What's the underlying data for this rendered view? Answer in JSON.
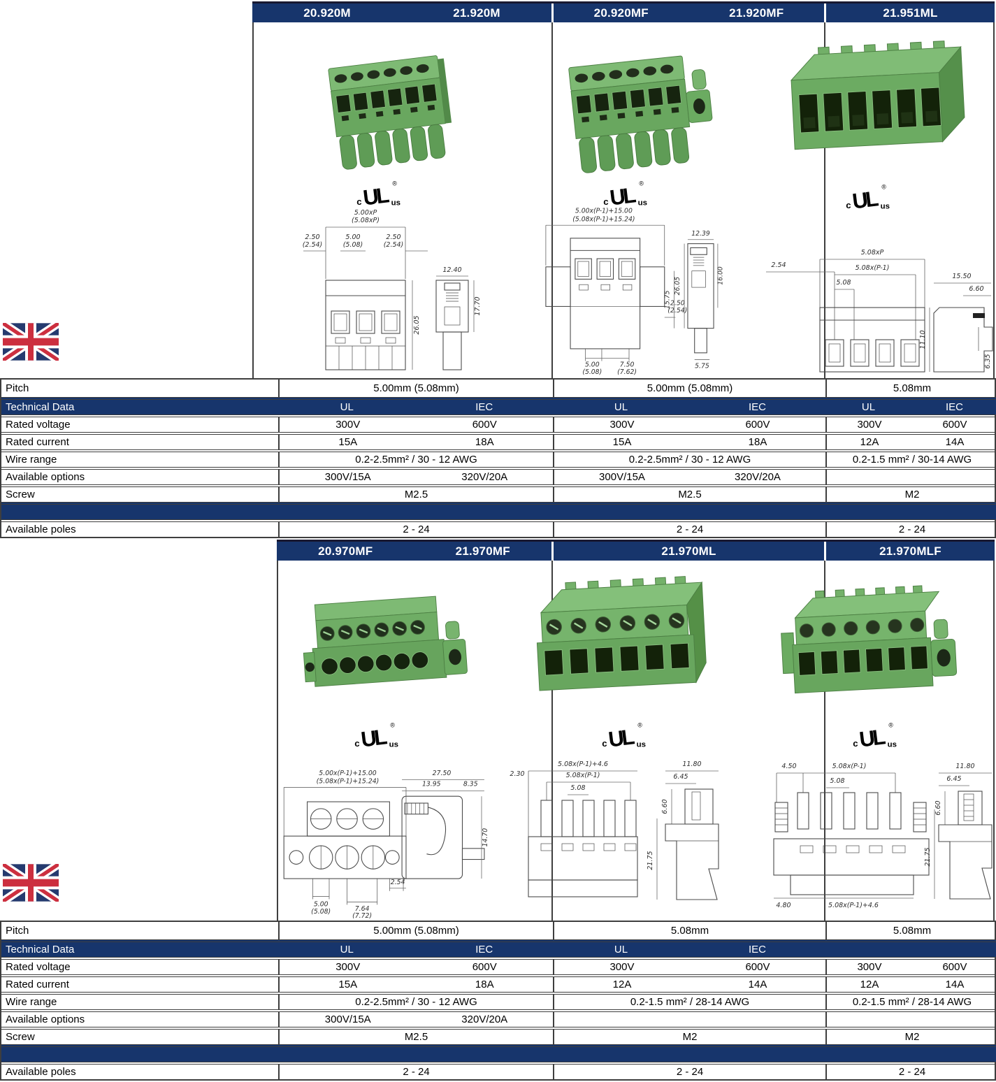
{
  "colors": {
    "navy": "#17356c",
    "table_border": "#3e3e3e",
    "connector_green": "#6fad65",
    "flag_blue": "#253a6f",
    "flag_red": "#cc2f3f"
  },
  "ul_logo": {
    "c_label": "c",
    "mark": "UL",
    "reg": "®",
    "us_label": "us"
  },
  "row_labels": {
    "pitch": "Pitch",
    "technical_data": "Technical Data",
    "rated_voltage": "Rated voltage",
    "rated_current": "Rated current",
    "wire_range": "Wire range",
    "available_options": "Available options",
    "screw": "Screw",
    "available_poles": "Available poles"
  },
  "sections": [
    {
      "products": [
        {
          "models": [
            "20.920M",
            "21.920M"
          ],
          "pitch": "5.00mm (5.08mm)",
          "tech": [
            "UL",
            "IEC"
          ],
          "voltage": [
            "300V",
            "600V"
          ],
          "current": [
            "15A",
            "18A"
          ],
          "wire": "0.2-2.5mm² / 30 - 12 AWG",
          "options": [
            "300V/15A",
            "320V/20A"
          ],
          "screw": "M2.5",
          "poles": "2 - 24",
          "dims": [
            "5.00xP",
            "(5.08xP)",
            "2.50",
            "(2.54)",
            "5.00",
            "(5.08)",
            "2.50",
            "(2.54)",
            "26.05",
            "12.40",
            "17.70"
          ]
        },
        {
          "models": [
            "20.920MF",
            "21.920MF"
          ],
          "pitch": "5.00mm (5.08mm)",
          "tech": [
            "UL",
            "IEC"
          ],
          "voltage": [
            "300V",
            "600V"
          ],
          "current": [
            "15A",
            "18A"
          ],
          "wire": "0.2-2.5mm² / 30 - 12 AWG",
          "options": [
            "300V/15A",
            "320V/20A"
          ],
          "screw": "M2.5",
          "poles": "2 - 24",
          "dims": [
            "5.00x(P-1)+15.00",
            "(5.08x(P-1)+15.24)",
            "2.50",
            "(2.54)",
            "5.00",
            "(5.08)",
            "7.50",
            "(7.62)",
            "26.05",
            "15.75",
            "12.39",
            "16.00",
            "5.75"
          ]
        },
        {
          "models": [
            "21.951ML"
          ],
          "pitch": "5.08mm",
          "tech": [
            "UL",
            "IEC"
          ],
          "voltage": [
            "300V",
            "600V"
          ],
          "current": [
            "12A",
            "14A"
          ],
          "wire": "0.2-1.5 mm² / 30-14 AWG",
          "options": [
            "",
            ""
          ],
          "screw": "M2",
          "poles": "2 - 24",
          "dims": [
            "5.08xP",
            "5.08x(P-1)",
            "5.08",
            "2.54",
            "11.10",
            "15.50",
            "6.60",
            "6.35"
          ]
        }
      ]
    },
    {
      "products": [
        {
          "models": [
            "20.970MF",
            "21.970MF"
          ],
          "pitch": "5.00mm (5.08mm)",
          "tech": [
            "UL",
            "IEC"
          ],
          "voltage": [
            "300V",
            "600V"
          ],
          "current": [
            "15A",
            "18A"
          ],
          "wire": "0.2-2.5mm² / 30 - 12 AWG",
          "options": [
            "300V/15A",
            "320V/20A"
          ],
          "screw": "M2.5",
          "poles": "2 - 24",
          "dims": [
            "5.00x(P-1)+15.00",
            "(5.08x(P-1)+15.24)",
            "5.00",
            "(5.08)",
            "7.64",
            "(7.72)",
            "2.54",
            "27.50",
            "13.95",
            "8.35",
            "14.70"
          ]
        },
        {
          "models": [
            "21.970ML"
          ],
          "pitch": "5.08mm",
          "tech": [
            "UL",
            "IEC"
          ],
          "voltage": [
            "300V",
            "600V"
          ],
          "current": [
            "12A",
            "14A"
          ],
          "wire": "0.2-1.5 mm² / 28-14 AWG",
          "options": [
            "",
            ""
          ],
          "screw": "M2",
          "poles": "2 - 24",
          "dims": [
            "5.08x(P-1)+4.6",
            "2.30",
            "5.08x(P-1)",
            "5.08",
            "21.75",
            "11.80",
            "6.45",
            "6.60"
          ]
        },
        {
          "models": [
            "21.970MLF"
          ],
          "pitch": "5.08mm",
          "tech": [
            "",
            ""
          ],
          "voltage": [
            "300V",
            "600V"
          ],
          "current": [
            "12A",
            "14A"
          ],
          "wire": "0.2-1.5 mm² / 28-14 AWG",
          "options": [
            "",
            ""
          ],
          "screw": "M2",
          "poles": "2 - 24",
          "dims": [
            "4.50",
            "5.08x(P-1)",
            "5.08",
            "4.80",
            "5.08x(P-1)+4.6",
            "21.75",
            "11.80",
            "6.45",
            "6.60"
          ]
        }
      ]
    }
  ]
}
